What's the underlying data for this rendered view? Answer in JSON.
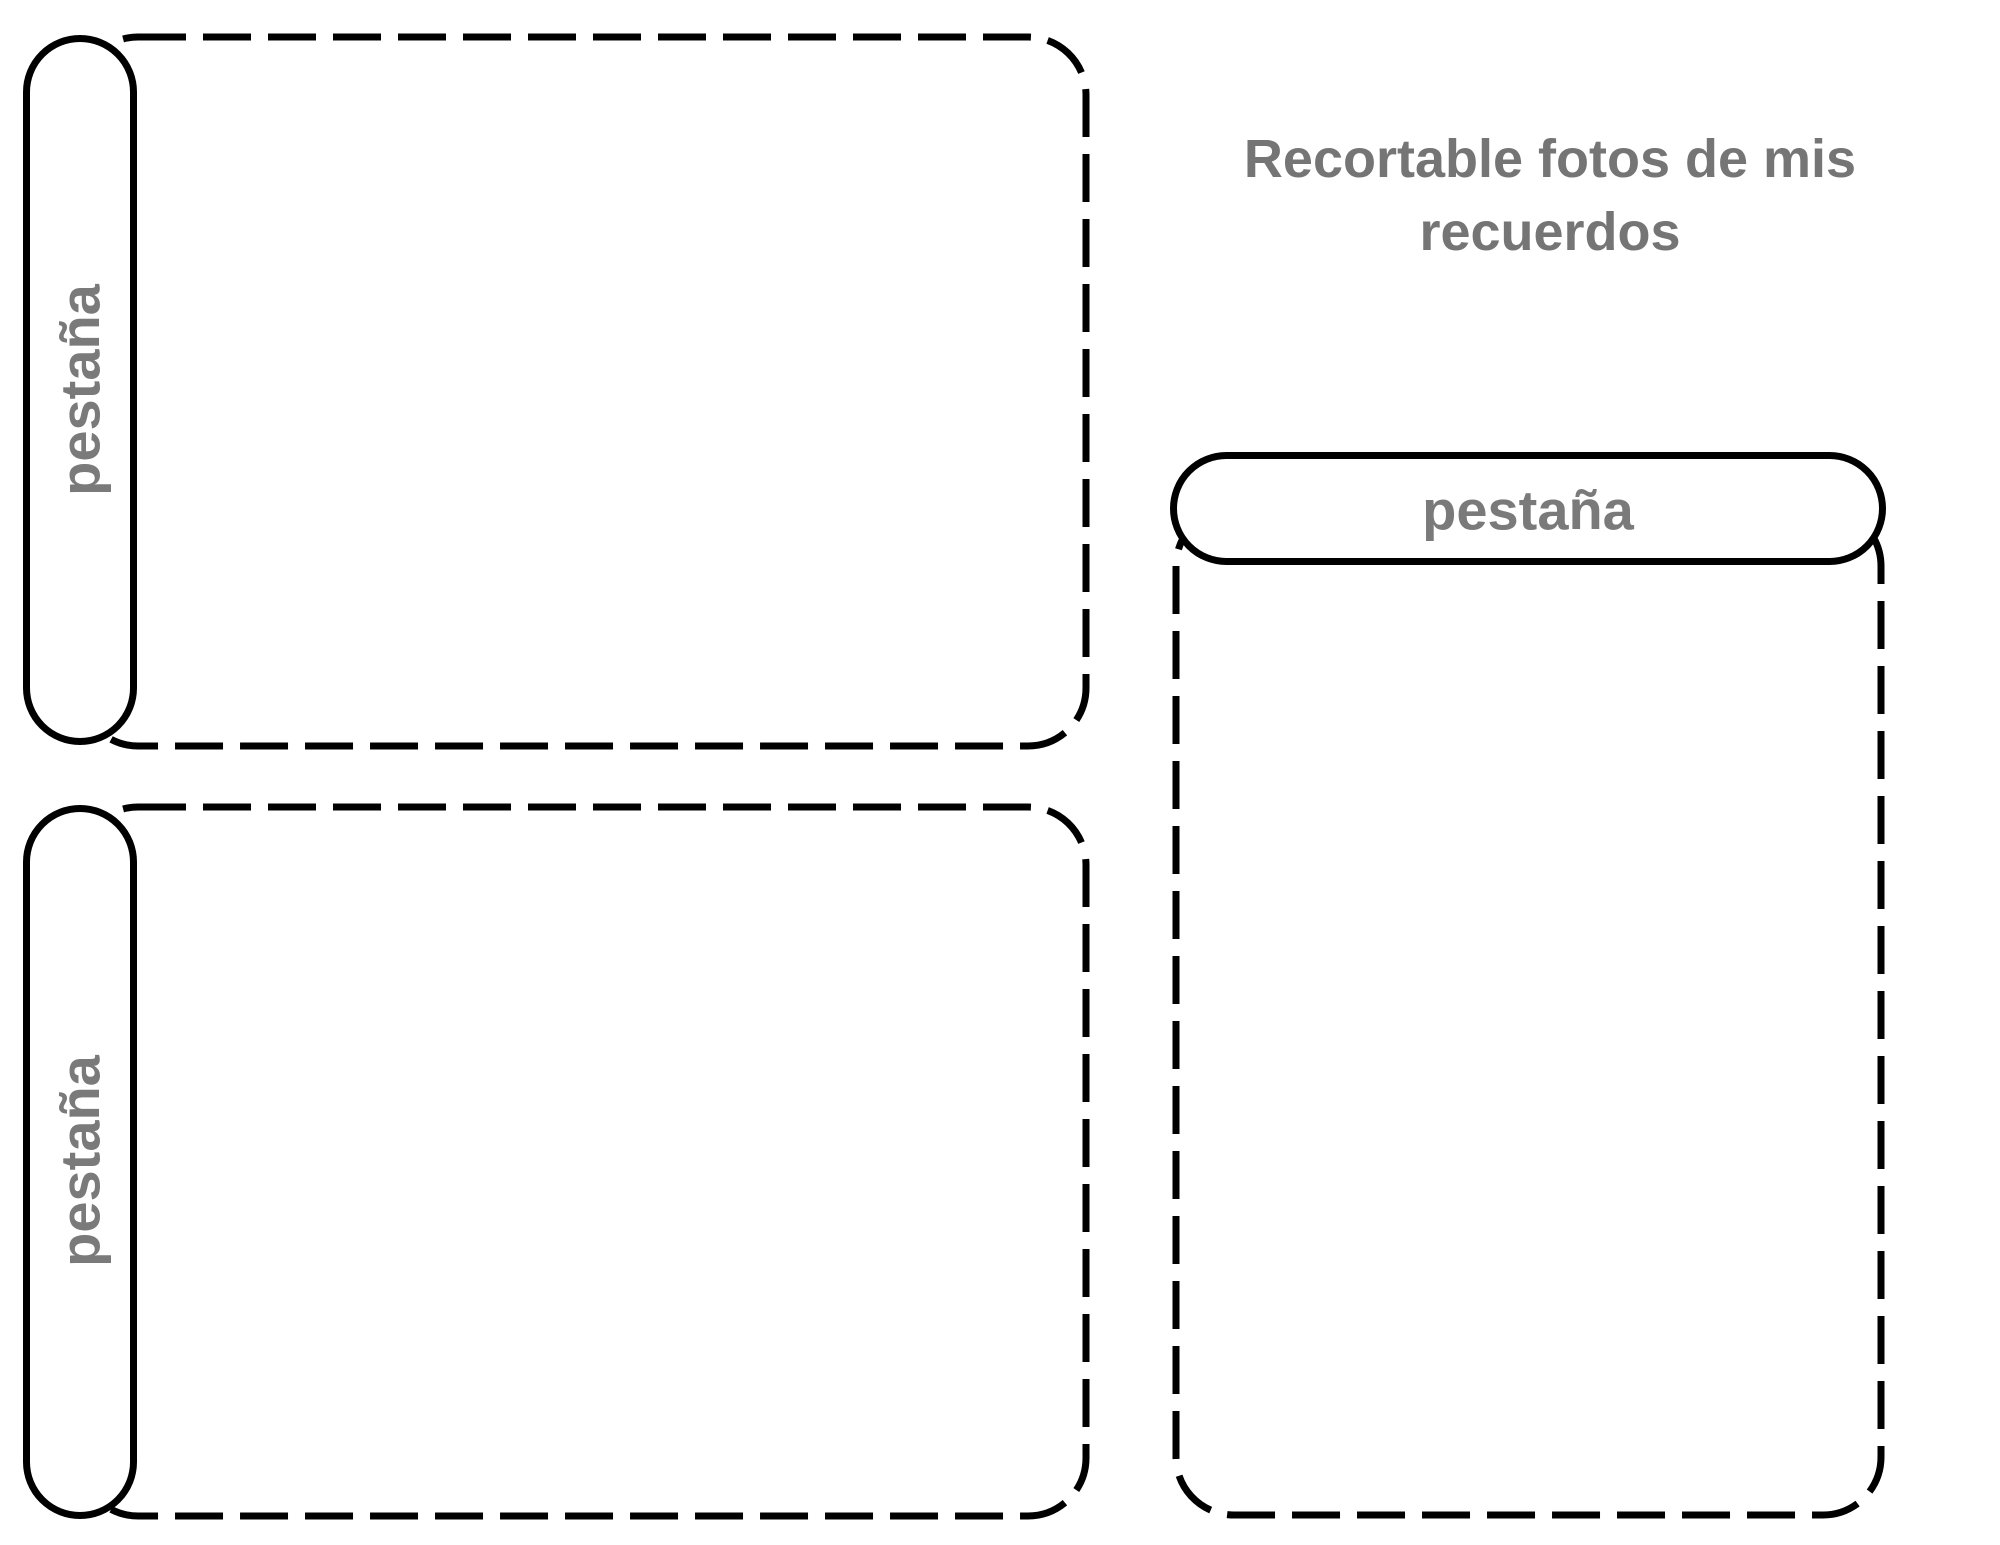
{
  "title": {
    "text": "Recortable fotos de mis recuerdos"
  },
  "colors": {
    "cut_line": "#000000",
    "label_text": "#7a7a7a",
    "title_text": "#757575",
    "background": "#ffffff"
  },
  "frames": [
    {
      "name": "top-left-frame",
      "tab_label": "pestaña",
      "tab_side": "left",
      "border_style": "dashed-cutline"
    },
    {
      "name": "bottom-left-frame",
      "tab_label": "pestaña",
      "tab_side": "left",
      "border_style": "dashed-cutline"
    },
    {
      "name": "right-frame",
      "tab_label": "pestaña",
      "tab_side": "top",
      "border_style": "dashed-cutline"
    }
  ]
}
